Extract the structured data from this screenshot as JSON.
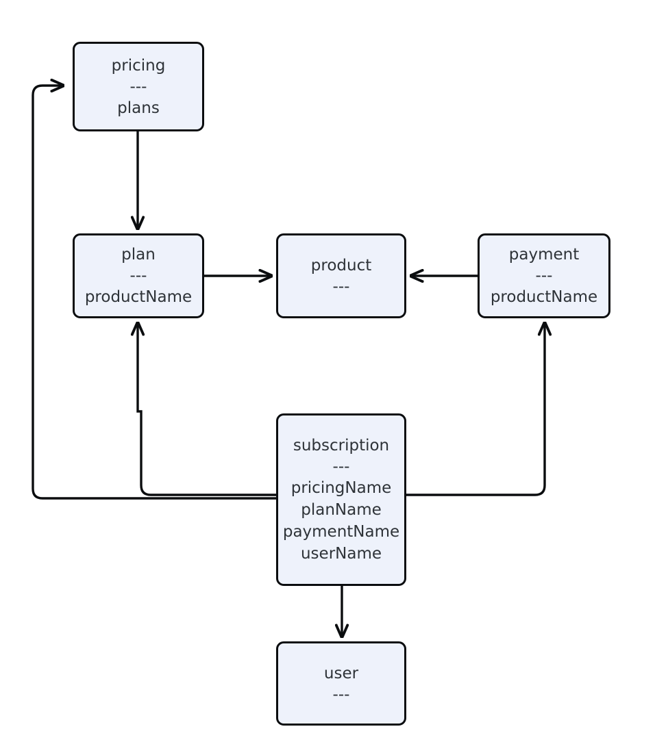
{
  "diagram": {
    "type": "entity-relationship-flow",
    "background_color": "#ffffff",
    "node_fill_color": "#eef2fb",
    "node_border_color": "#0b0d0f",
    "text_color": "#2e3338",
    "separator": "---",
    "nodes": [
      {
        "id": "pricing",
        "title": "pricing",
        "separator": "---",
        "fields": [
          "plans"
        ]
      },
      {
        "id": "plan",
        "title": "plan",
        "separator": "---",
        "fields": [
          "productName"
        ]
      },
      {
        "id": "product",
        "title": "product",
        "separator": "---",
        "fields": []
      },
      {
        "id": "payment",
        "title": "payment",
        "separator": "---",
        "fields": [
          "productName"
        ]
      },
      {
        "id": "subscription",
        "title": "subscription",
        "separator": "---",
        "fields": [
          "pricingName",
          "planName",
          "paymentName",
          "userName"
        ]
      },
      {
        "id": "user",
        "title": "user",
        "separator": "---",
        "fields": []
      }
    ],
    "edges": [
      {
        "id": "pricing-to-plan",
        "from": "pricing",
        "to": "plan",
        "label": ""
      },
      {
        "id": "plan-to-product",
        "from": "plan",
        "to": "product",
        "label": ""
      },
      {
        "id": "payment-to-product",
        "from": "payment",
        "to": "product",
        "label": ""
      },
      {
        "id": "subscription-to-pricing",
        "from": "subscription",
        "to": "pricing",
        "label": ""
      },
      {
        "id": "subscription-to-plan",
        "from": "subscription",
        "to": "plan",
        "label": ""
      },
      {
        "id": "subscription-to-payment",
        "from": "subscription",
        "to": "payment",
        "label": ""
      },
      {
        "id": "subscription-to-user",
        "from": "subscription",
        "to": "user",
        "label": ""
      }
    ]
  }
}
